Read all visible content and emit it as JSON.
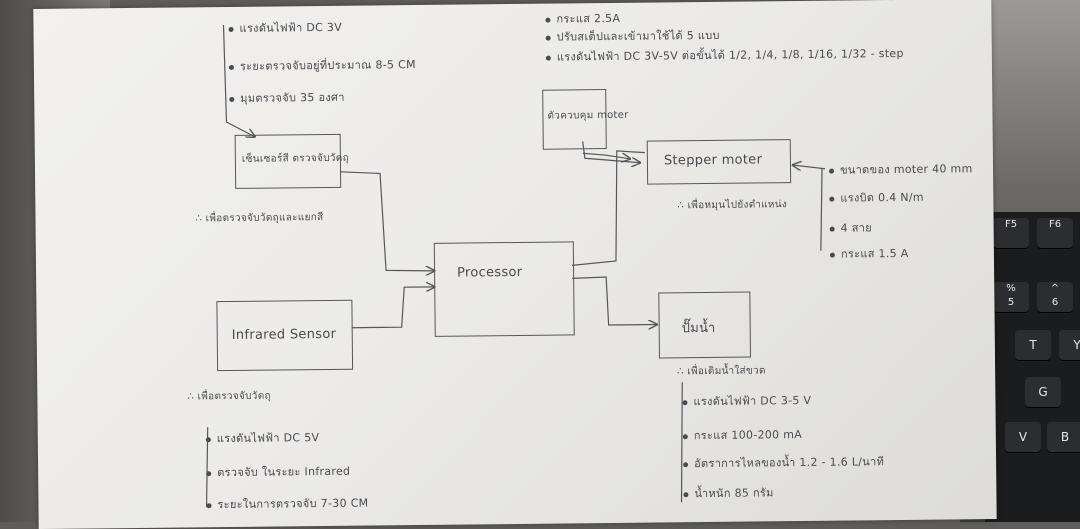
{
  "top_left_notes": [
    "แรงดันไฟฟ้า DC 3V",
    "ระยะตรวจจับอยู่ที่ประมาณ 8-5 CM",
    "มุมตรวจจับ 35 องศา"
  ],
  "top_center_notes": [
    "กระแส 2.5A",
    "ปรับสเต็ปและเข้ามาใช้ได้ 5 แบบ",
    "แรงดันไฟฟ้า DC 3V-5V ต่อขั้นได้ 1/2, 1/4, 1/8, 1/16, 1/32 - step"
  ],
  "boxes": {
    "color_sensor": "เซ็นเซอร์สี ตรวจจับวัตถุ",
    "motor_driver": "ตัวควบคุม moter",
    "stepper": "Stepper moter",
    "processor": "Processor",
    "infrared": "Infrared Sensor",
    "pump": "ปั๊มน้ำ"
  },
  "captions": {
    "color_sensor": "∴ เพื่อตรวจจับวัตถุและแยกสี",
    "stepper": "∴ เพื่อหมุนไปยังตำแหน่ง",
    "infrared": "∴ เพื่อตรวจจับวัตถุ",
    "pump": "∴ เพื่อเติมน้ำใส่ขวด"
  },
  "stepper_notes": [
    "ขนาดของ moter 40 mm",
    "แรงบิด 0.4 N/m",
    "4 สาย",
    "กระแส 1.5 A"
  ],
  "infrared_notes": [
    "แรงดันไฟฟ้า DC 5V",
    "ตรวจจับ ในระยะ Infrared",
    "ระยะในการตรวจจับ 7-30 CM"
  ],
  "pump_notes": [
    "แรงดันไฟฟ้า DC 3-5 V",
    "กระแส 100-200 mA",
    "อัตราการไหลของน้ำ 1.2 - 1.6 L/นาที",
    "น้ำหนัก 85 กรัม"
  ],
  "keyboard_keys": [
    "F5",
    "F6",
    "%",
    "5",
    "^",
    "6",
    "T",
    "Y",
    "G",
    "V",
    "B"
  ]
}
